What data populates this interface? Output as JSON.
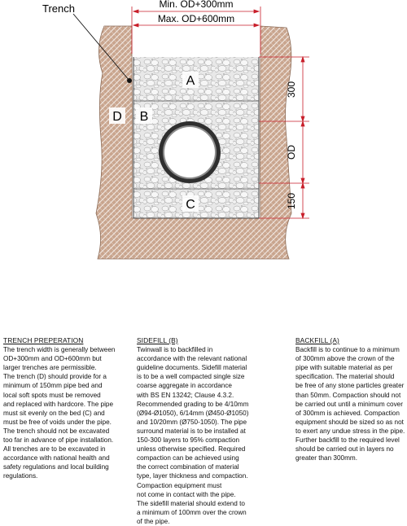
{
  "diagram": {
    "trench_label": "Trench",
    "min_od": "Min. OD+300mm",
    "max_od": "Max. OD+600mm",
    "zone_a": "A",
    "zone_b": "B",
    "zone_c": "C",
    "zone_d": "D",
    "dim_300": "300",
    "dim_od": "OD",
    "dim_150": "150",
    "colors": {
      "soil": "#c9a58e",
      "gravel": "#e6e6e6",
      "pipe": "#3a3a3a",
      "dimension": "#c81e2a"
    }
  },
  "sections": [
    {
      "heading": "TRENCH PREPERATION",
      "body": "The trench width is generally between\nOD+300mm and OD+600mm but\nlarger trenches are permissible.\nThe trench (D) should provide for a\nminimum of 150mm pipe bed and\nlocal soft spots must be removed\nand replaced with hardcore. The pipe\nmust sit evenly on the bed (C) and\nmust be free of voids under the pipe.\nThe trench should not be excavated\ntoo far in advance of pipe installation.\nAll trenches are to be excavated in\naccordance with national health and\nsafety regulations and local building\nregulations."
    },
    {
      "heading": "SIDEFILL (B)",
      "body": "Twinwall is to backfilled in\naccordance with the relevant national\nguideline documents. Sidefill material\nis to be a well compacted single size\ncoarse aggregate in accordance\nwith BS EN 13242; Clause 4.3.2.\nRecommended grading to be 4/10mm\n(Ø94-Ø1050), 6/14mm (Ø450-Ø1050)\nand 10/20mm (Ø750-1050). The pipe\nsurround material is to be installed at\n150-300 layers to 95% compaction\nunless otherwise specified. Required\ncompaction can be achieved using\nthe correct combination of material\ntype, layer thickness and compaction.\nCompaction equipment must\nnot come in contact with the pipe.\nThe sidefill material should extend to\na minimum of 100mm over the crown\nof the pipe."
    },
    {
      "heading": "BACKFILL (A)",
      "body": "Backfill is to continue to a minimum\nof 300mm above the crown of the\npipe with suitable material as per\nspecification. The material should\nbe free of any stone particles greater\nthan 50mm. Compaction should not\nbe carried out until a minimum cover\nof 300mm is achieved. Compaction\nequipment should be sized so as not\nto exert any undue stress in the pipe.\nFurther backfill to the required level\nshould be carried out in layers no\ngreater than 300mm."
    }
  ]
}
